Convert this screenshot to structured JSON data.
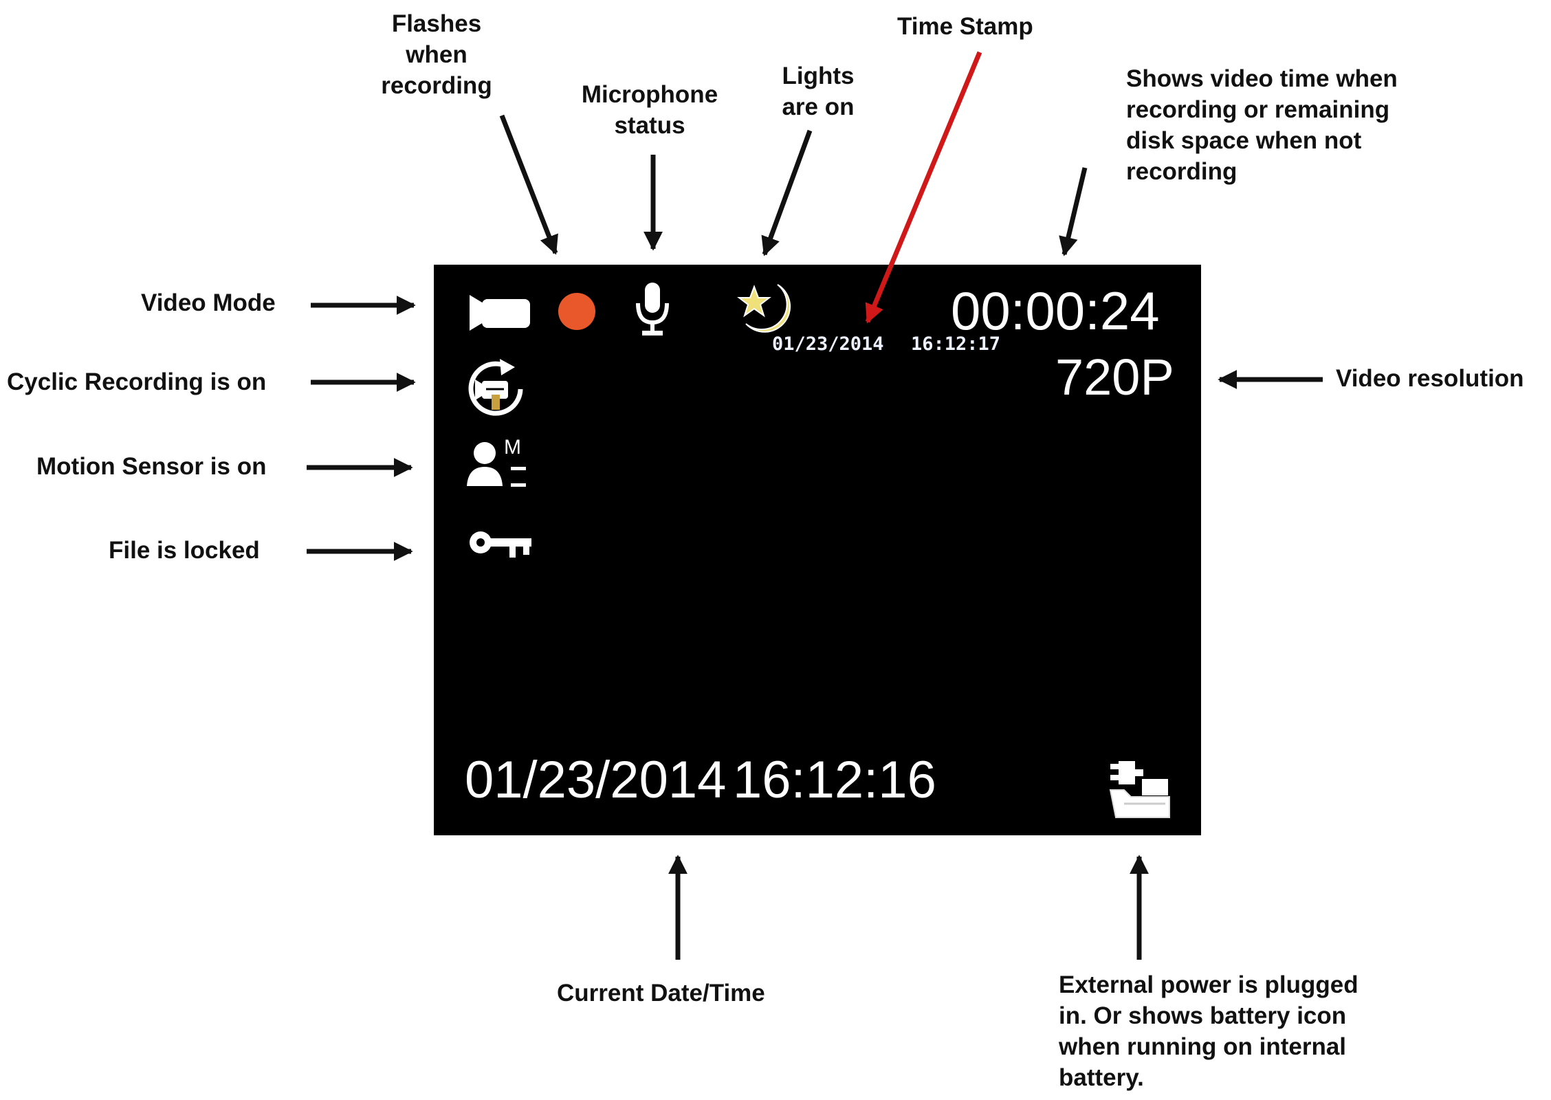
{
  "annotations": {
    "flashes": "Flashes\nwhen\nrecording",
    "microphone": "Microphone\nstatus",
    "lights": "Lights\nare on",
    "time_stamp": "Time Stamp",
    "video_time": "Shows video time when\nrecording or remaining\ndisk space when not\nrecording",
    "video_mode": "Video Mode",
    "cyclic": "Cyclic Recording is on",
    "motion": "Motion Sensor is on",
    "locked": "File is locked",
    "resolution": "Video resolution",
    "current_datetime": "Current Date/Time",
    "external_power": "External power is plugged\nin.  Or shows battery icon\nwhen running on internal\nbattery."
  },
  "screen": {
    "elapsed_time": "00:00:24",
    "resolution": "720P",
    "timestamp_date": "01/23/2014",
    "timestamp_time": "16:12:17",
    "current_date": "01/23/2014",
    "current_time": "16:12:16",
    "motion_letter": "M",
    "icons": [
      "video-camera-icon",
      "record-dot-icon",
      "microphone-icon",
      "night-light-icon",
      "cyclic-recording-icon",
      "motion-sensor-icon",
      "key-icon",
      "power-plug-icon"
    ]
  },
  "colors": {
    "screen_bg": "#000000",
    "record_dot": "#e8582a",
    "night_light": "#efe07a",
    "time_stamp_arrow": "#d01818",
    "arrow": "#111111"
  }
}
